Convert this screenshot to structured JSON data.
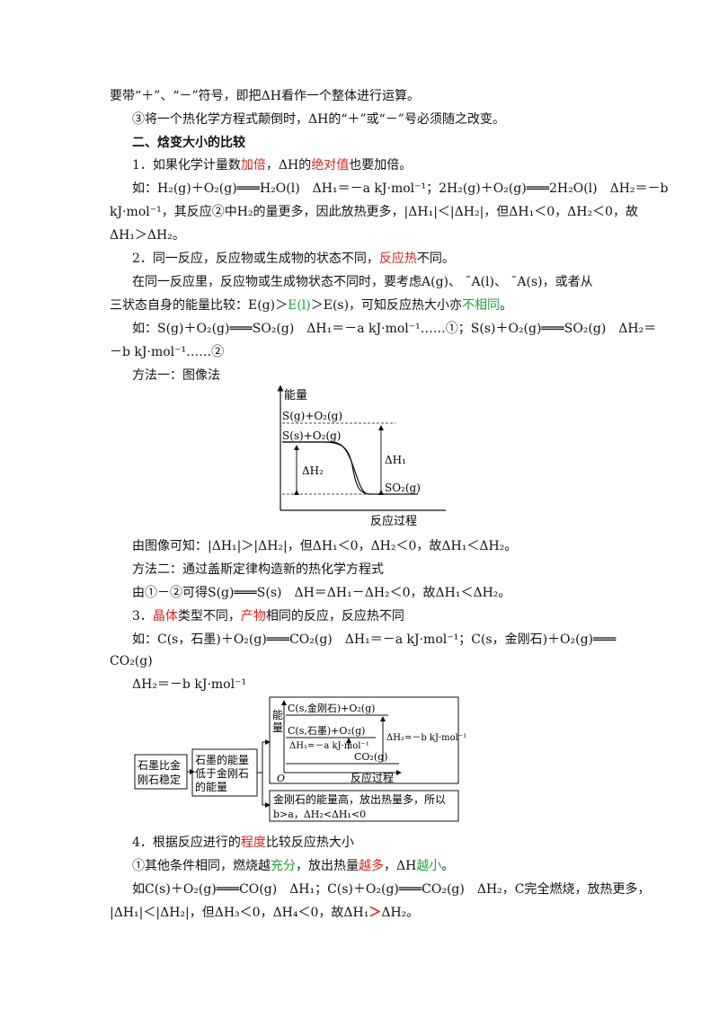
{
  "lines": {
    "l1": "要带“＋”、“－”符号，即把ΔH看作一个整体进行运算。",
    "l2": "③将一个热化学方程式颠倒时，ΔH的“＋”或“－”号必须随之改变。",
    "h2": "二、焓变大小的比较",
    "l4a": "1．如果化学计量数",
    "l4b": "加倍",
    "l4c": "，ΔH的",
    "l4d": "绝对值",
    "l4e": "也要加倍。",
    "l5": "如：H₂(g)＋O₂(g)═══H₂O(l)　ΔH₁＝－a kJ·mol⁻¹；2H₂(g)＋O₂(g)═══2H₂O(l)　ΔH₂＝－b",
    "l6": "kJ·mol⁻¹，其反应②中H₂的量更多，因此放热更多，|ΔH₁|＜|ΔH₂|，但ΔH₁＜0，ΔH₂＜0，故",
    "l7": "ΔH₁＞ΔH₂。",
    "l8a": "2．同一反应，反应物或生成物的状态不同，",
    "l8b": "反应热",
    "l8c": "不同。",
    "l9": "在同一反应里，反应物或生成物状态不同时，要考虑A(g)、 ˉA(l)、 ˉA(s)，或者从",
    "l10a": "三状态自身的能量比较：E(g)＞",
    "l10b": "E(l)",
    "l10c": "＞E(s)，可知反应热大小亦",
    "l10d": "不相同",
    "l10e": "。",
    "l11": "如：S(g)＋O₂(g)═══SO₂(g)　ΔH₁＝－a kJ·mol⁻¹……①；S(s)＋O₂(g)═══SO₂(g)　ΔH₂＝",
    "l12": "－b kJ·mol⁻¹……②",
    "l13": "方法一：图像法",
    "l14": "由图像可知：|ΔH₁|＞|ΔH₂|，但ΔH₁＜0，ΔH₂＜0，故ΔH₁＜ΔH₂。",
    "l15": "方法二：通过盖斯定律构造新的热化学方程式",
    "l16": "由①－②可得S(g)═══S(s)　ΔH＝ΔH₁－ΔH₂＜0，故ΔH₁＜ΔH₂。",
    "l17a": "3．",
    "l17b": "晶体",
    "l17c": "类型不同，",
    "l17d": "产物",
    "l17e": "相同的反应，反应热不同",
    "l18": "如：C(s，石墨)＋O₂(g)═══CO₂(g)　ΔH₁＝－a kJ·mol⁻¹；C(s，金刚石)＋O₂(g)═══",
    "l19": "CO₂(g)",
    "l20": "ΔH₂＝－b kJ·mol⁻¹",
    "l21a": "4．根据反应进行的",
    "l21b": "程度",
    "l21c": "比较反应热大小",
    "l22a": "①其他条件相同，燃烧越",
    "l22b": "充分",
    "l22c": "，放出热量",
    "l22d": "越多",
    "l22e": "，ΔH",
    "l22f": "越小",
    "l22g": "。",
    "l23": "如C(s)＋O₂(g)═══CO(g)　ΔH₁；C(s)＋O₂(g)═══CO₂(g)　ΔH₂，C完全燃烧，放热更多，",
    "l24a": "|ΔH₁|＜|ΔH₂|，但ΔH₃＜0，ΔH₄＜0，故ΔH₁",
    "l24b": "＞",
    "l24c": "ΔH₂。"
  },
  "fig1": {
    "ylabel": "能量",
    "xlabel": "反应过程",
    "sg": "S(g)+O₂(g)",
    "ss": "S(s)+O₂(g)",
    "so2": "SO₂(g)",
    "dh1": "ΔH₁",
    "dh2": "ΔH₂"
  },
  "fig2": {
    "left_box": [
      "石墨比金",
      "刚石稳定"
    ],
    "mid_box": [
      "石墨的能量",
      "低于金刚石",
      "的能量"
    ],
    "ylabel": [
      "能",
      "量"
    ],
    "level_diamond": "C(s,金刚石)+O₂(g)",
    "level_graphite": "C(s,石墨)+O₂(g)",
    "dh1": "ΔH₁=－a kJ·mol⁻¹",
    "dh2": "ΔH₂=－b kJ·mol⁻¹",
    "co2": "CO₂(g)",
    "origin": "O",
    "xlabel": "反应过程",
    "conclusion": [
      "金刚石的能量高，放出热量多，所以",
      "b>a，ΔH₂<ΔH₁<0"
    ]
  }
}
